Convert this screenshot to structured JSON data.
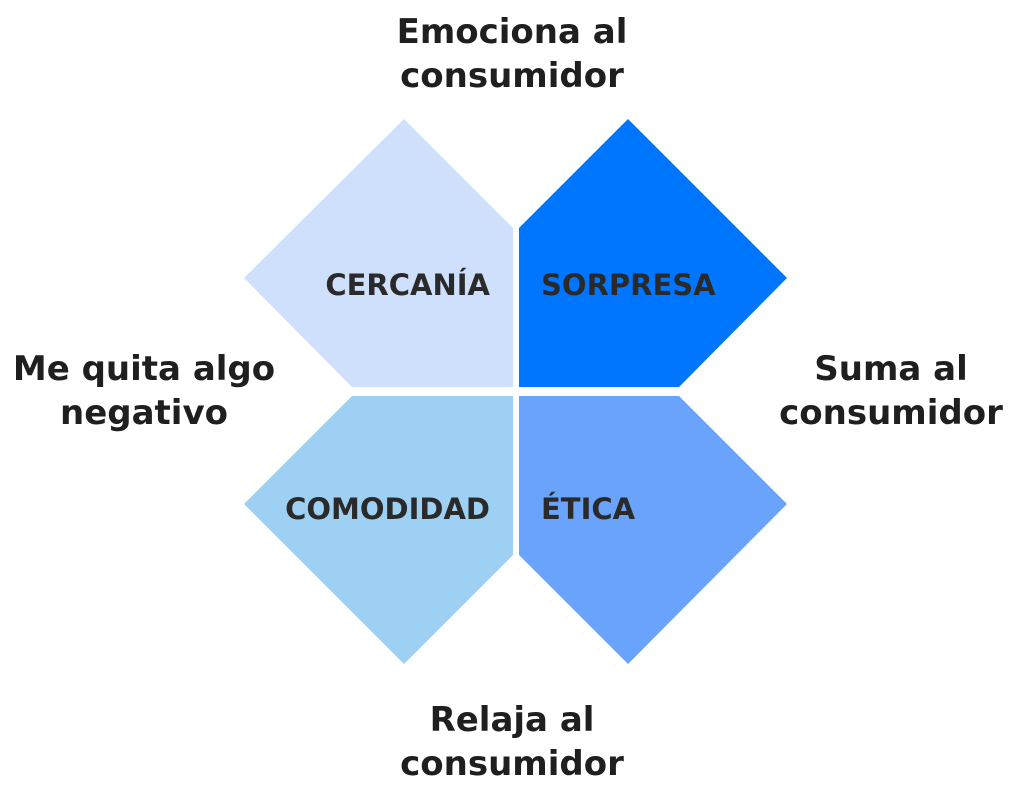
{
  "axes": {
    "top": {
      "line1": "Emociona al",
      "line2": "consumidor"
    },
    "bottom": {
      "line1": "Relaja al",
      "line2": "consumidor"
    },
    "left": {
      "line1": "Me quita algo",
      "line2": "negativo"
    },
    "right": {
      "line1": "Suma al",
      "line2": "consumidor"
    }
  },
  "quadrants": {
    "top_left": {
      "label": "CERCANÍA",
      "color": "#cfe0fd"
    },
    "top_right": {
      "label": "SORPRESA",
      "color": "#0075fd"
    },
    "bottom_left": {
      "label": "COMODIDAD",
      "color": "#9ed0f3"
    },
    "bottom_right": {
      "label": "ÉTICA",
      "color": "#6aa3fc"
    }
  }
}
